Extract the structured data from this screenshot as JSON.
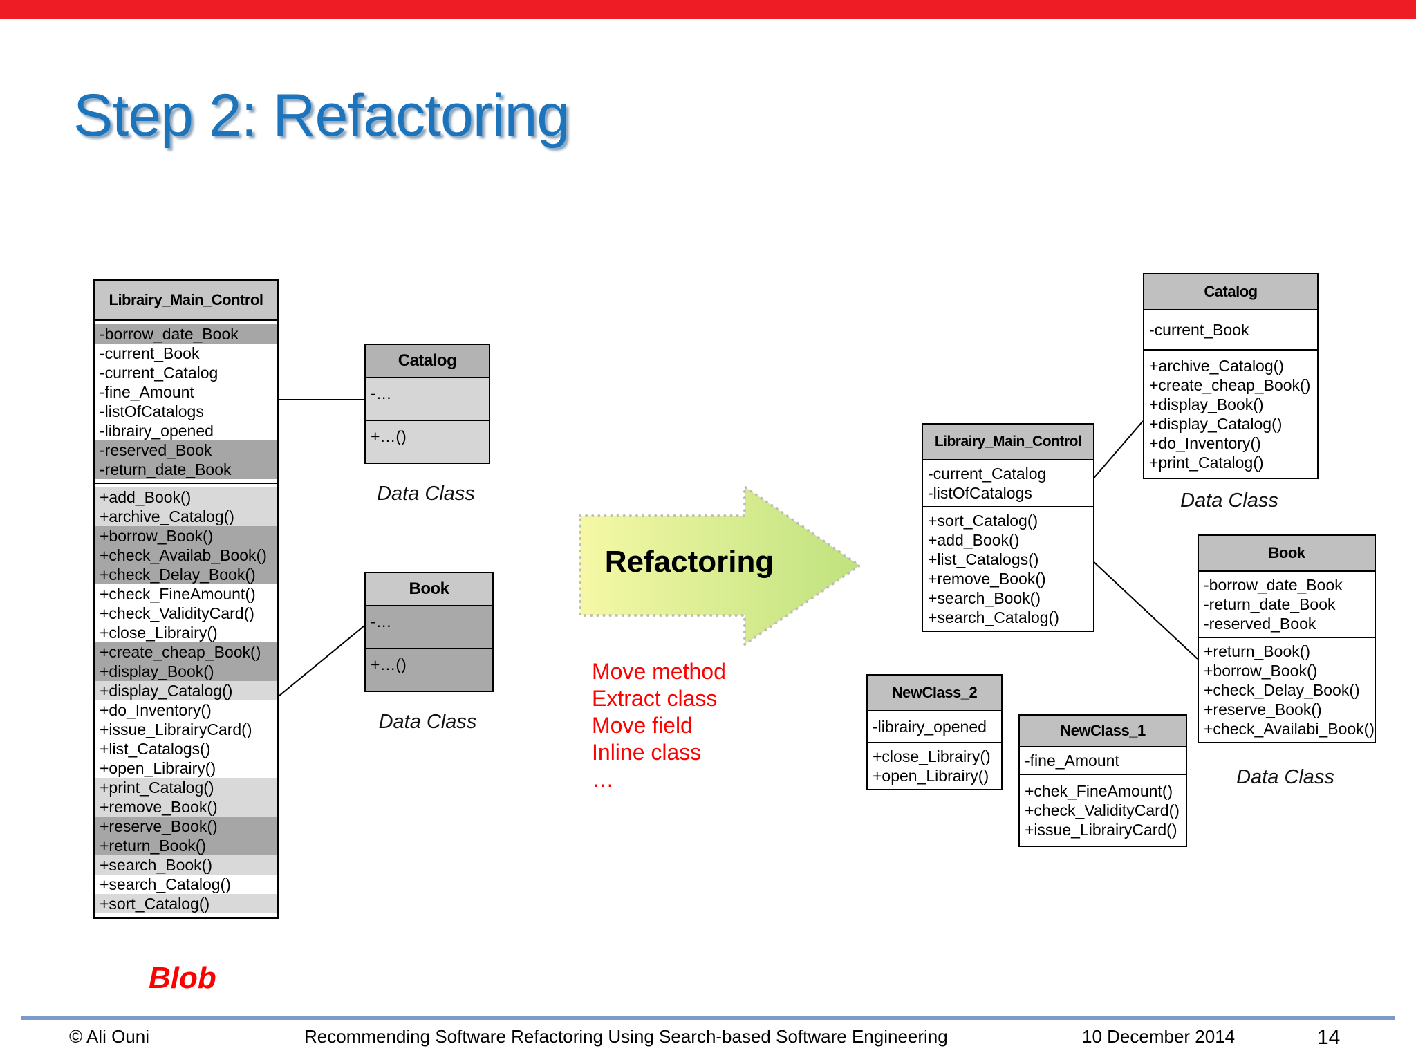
{
  "colors": {
    "top_bar": "#ee1c25",
    "title_blue": "#1b74bc",
    "header_gray": "#c0c0c0",
    "row_dark": "#a6a6a6",
    "row_light": "#d9d9d9",
    "accent_red": "#ff0000",
    "footer_line": "#7d99c8",
    "arrow_yellow": "#f5f8a6",
    "arrow_green": "#bfe27e"
  },
  "title": "Step 2: Refactoring",
  "blob_class": {
    "name": "Librairy_Main_Control",
    "attributes": [
      {
        "t": "-borrow_date_Book",
        "hl": "dark"
      },
      {
        "t": "-current_Book",
        "hl": "none"
      },
      {
        "t": "-current_Catalog",
        "hl": "none"
      },
      {
        "t": "-fine_Amount",
        "hl": "none"
      },
      {
        "t": "-listOfCatalogs",
        "hl": "none"
      },
      {
        "t": "-librairy_opened",
        "hl": "none"
      },
      {
        "t": "-reserved_Book",
        "hl": "dark"
      },
      {
        "t": "-return_date_Book",
        "hl": "dark"
      }
    ],
    "methods": [
      {
        "t": "+add_Book()",
        "hl": "light"
      },
      {
        "t": "+archive_Catalog()",
        "hl": "light"
      },
      {
        "t": "+borrow_Book()",
        "hl": "dark"
      },
      {
        "t": "+check_Availab_Book()",
        "hl": "dark"
      },
      {
        "t": "+check_Delay_Book()",
        "hl": "dark"
      },
      {
        "t": "+check_FineAmount()",
        "hl": "none"
      },
      {
        "t": "+check_ValidityCard()",
        "hl": "none"
      },
      {
        "t": "+close_Librairy()",
        "hl": "none"
      },
      {
        "t": "+create_cheap_Book()",
        "hl": "dark"
      },
      {
        "t": "+display_Book()",
        "hl": "dark"
      },
      {
        "t": "+display_Catalog()",
        "hl": "light"
      },
      {
        "t": "+do_Inventory()",
        "hl": "none"
      },
      {
        "t": "+issue_LibrairyCard()",
        "hl": "none"
      },
      {
        "t": "+list_Catalogs()",
        "hl": "none"
      },
      {
        "t": "+open_Librairy()",
        "hl": "none"
      },
      {
        "t": "+print_Catalog()",
        "hl": "light"
      },
      {
        "t": "+remove_Book()",
        "hl": "light"
      },
      {
        "t": "+reserve_Book()",
        "hl": "dark"
      },
      {
        "t": "+return_Book()",
        "hl": "dark"
      },
      {
        "t": "+search_Book()",
        "hl": "light"
      },
      {
        "t": "+search_Catalog()",
        "hl": "none"
      },
      {
        "t": "+sort_Catalog()",
        "hl": "light"
      }
    ],
    "caption": "Blob"
  },
  "left_catalog": {
    "name": "Catalog",
    "attributes": [
      {
        "t": "-…",
        "hl": "none"
      }
    ],
    "methods": [
      {
        "t": "+…()",
        "hl": "none"
      }
    ],
    "caption": "Data Class"
  },
  "left_book": {
    "name": "Book",
    "attributes": [
      {
        "t": "-…",
        "hl": "none"
      }
    ],
    "methods": [
      {
        "t": "+…()",
        "hl": "none"
      }
    ],
    "caption": "Data Class"
  },
  "arrow_label": "Refactoring",
  "refactoring_list": [
    "Move method",
    "Extract class",
    "Move field",
    "Inline class",
    "…"
  ],
  "right_main": {
    "name": "Librairy_Main_Control",
    "attributes": [
      {
        "t": "-current_Catalog",
        "hl": "none"
      },
      {
        "t": "-listOfCatalogs",
        "hl": "none"
      }
    ],
    "methods": [
      {
        "t": "+sort_Catalog()",
        "hl": "none"
      },
      {
        "t": "+add_Book()",
        "hl": "none"
      },
      {
        "t": "+list_Catalogs()",
        "hl": "none"
      },
      {
        "t": "+remove_Book()",
        "hl": "none"
      },
      {
        "t": "+search_Book()",
        "hl": "none"
      },
      {
        "t": "+search_Catalog()",
        "hl": "none"
      }
    ]
  },
  "right_catalog": {
    "name": "Catalog",
    "attributes": [
      {
        "t": "-current_Book",
        "hl": "none"
      }
    ],
    "methods": [
      {
        "t": "+archive_Catalog()",
        "hl": "none"
      },
      {
        "t": "+create_cheap_Book()",
        "hl": "none"
      },
      {
        "t": "+display_Book()",
        "hl": "none"
      },
      {
        "t": "+display_Catalog()",
        "hl": "none"
      },
      {
        "t": "+do_Inventory()",
        "hl": "none"
      },
      {
        "t": "+print_Catalog()",
        "hl": "none"
      }
    ],
    "caption": "Data Class"
  },
  "right_book": {
    "name": "Book",
    "attributes": [
      {
        "t": "-borrow_date_Book",
        "hl": "none"
      },
      {
        "t": "-return_date_Book",
        "hl": "none"
      },
      {
        "t": "-reserved_Book",
        "hl": "none"
      }
    ],
    "methods": [
      {
        "t": "+return_Book()",
        "hl": "none"
      },
      {
        "t": "+borrow_Book()",
        "hl": "none"
      },
      {
        "t": "+check_Delay_Book()",
        "hl": "none"
      },
      {
        "t": "+reserve_Book()",
        "hl": "none"
      },
      {
        "t": "+check_Availabi_Book()",
        "hl": "none"
      }
    ],
    "caption": "Data Class"
  },
  "new_class_2": {
    "name": "NewClass_2",
    "attributes": [
      {
        "t": "-librairy_opened",
        "hl": "none"
      }
    ],
    "methods": [
      {
        "t": "+close_Librairy()",
        "hl": "none"
      },
      {
        "t": "+open_Librairy()",
        "hl": "none"
      }
    ]
  },
  "new_class_1": {
    "name": "NewClass_1",
    "attributes": [
      {
        "t": "-fine_Amount",
        "hl": "none"
      }
    ],
    "methods": [
      {
        "t": "+chek_FineAmount()",
        "hl": "none"
      },
      {
        "t": "+check_ValidityCard()",
        "hl": "none"
      },
      {
        "t": "+issue_LibrairyCard()",
        "hl": "none"
      }
    ]
  },
  "footer": {
    "copyright": "© Ali Ouni",
    "title": "Recommending Software Refactoring Using Search-based Software Engineering",
    "date": "10 December 2014",
    "page": "14"
  }
}
